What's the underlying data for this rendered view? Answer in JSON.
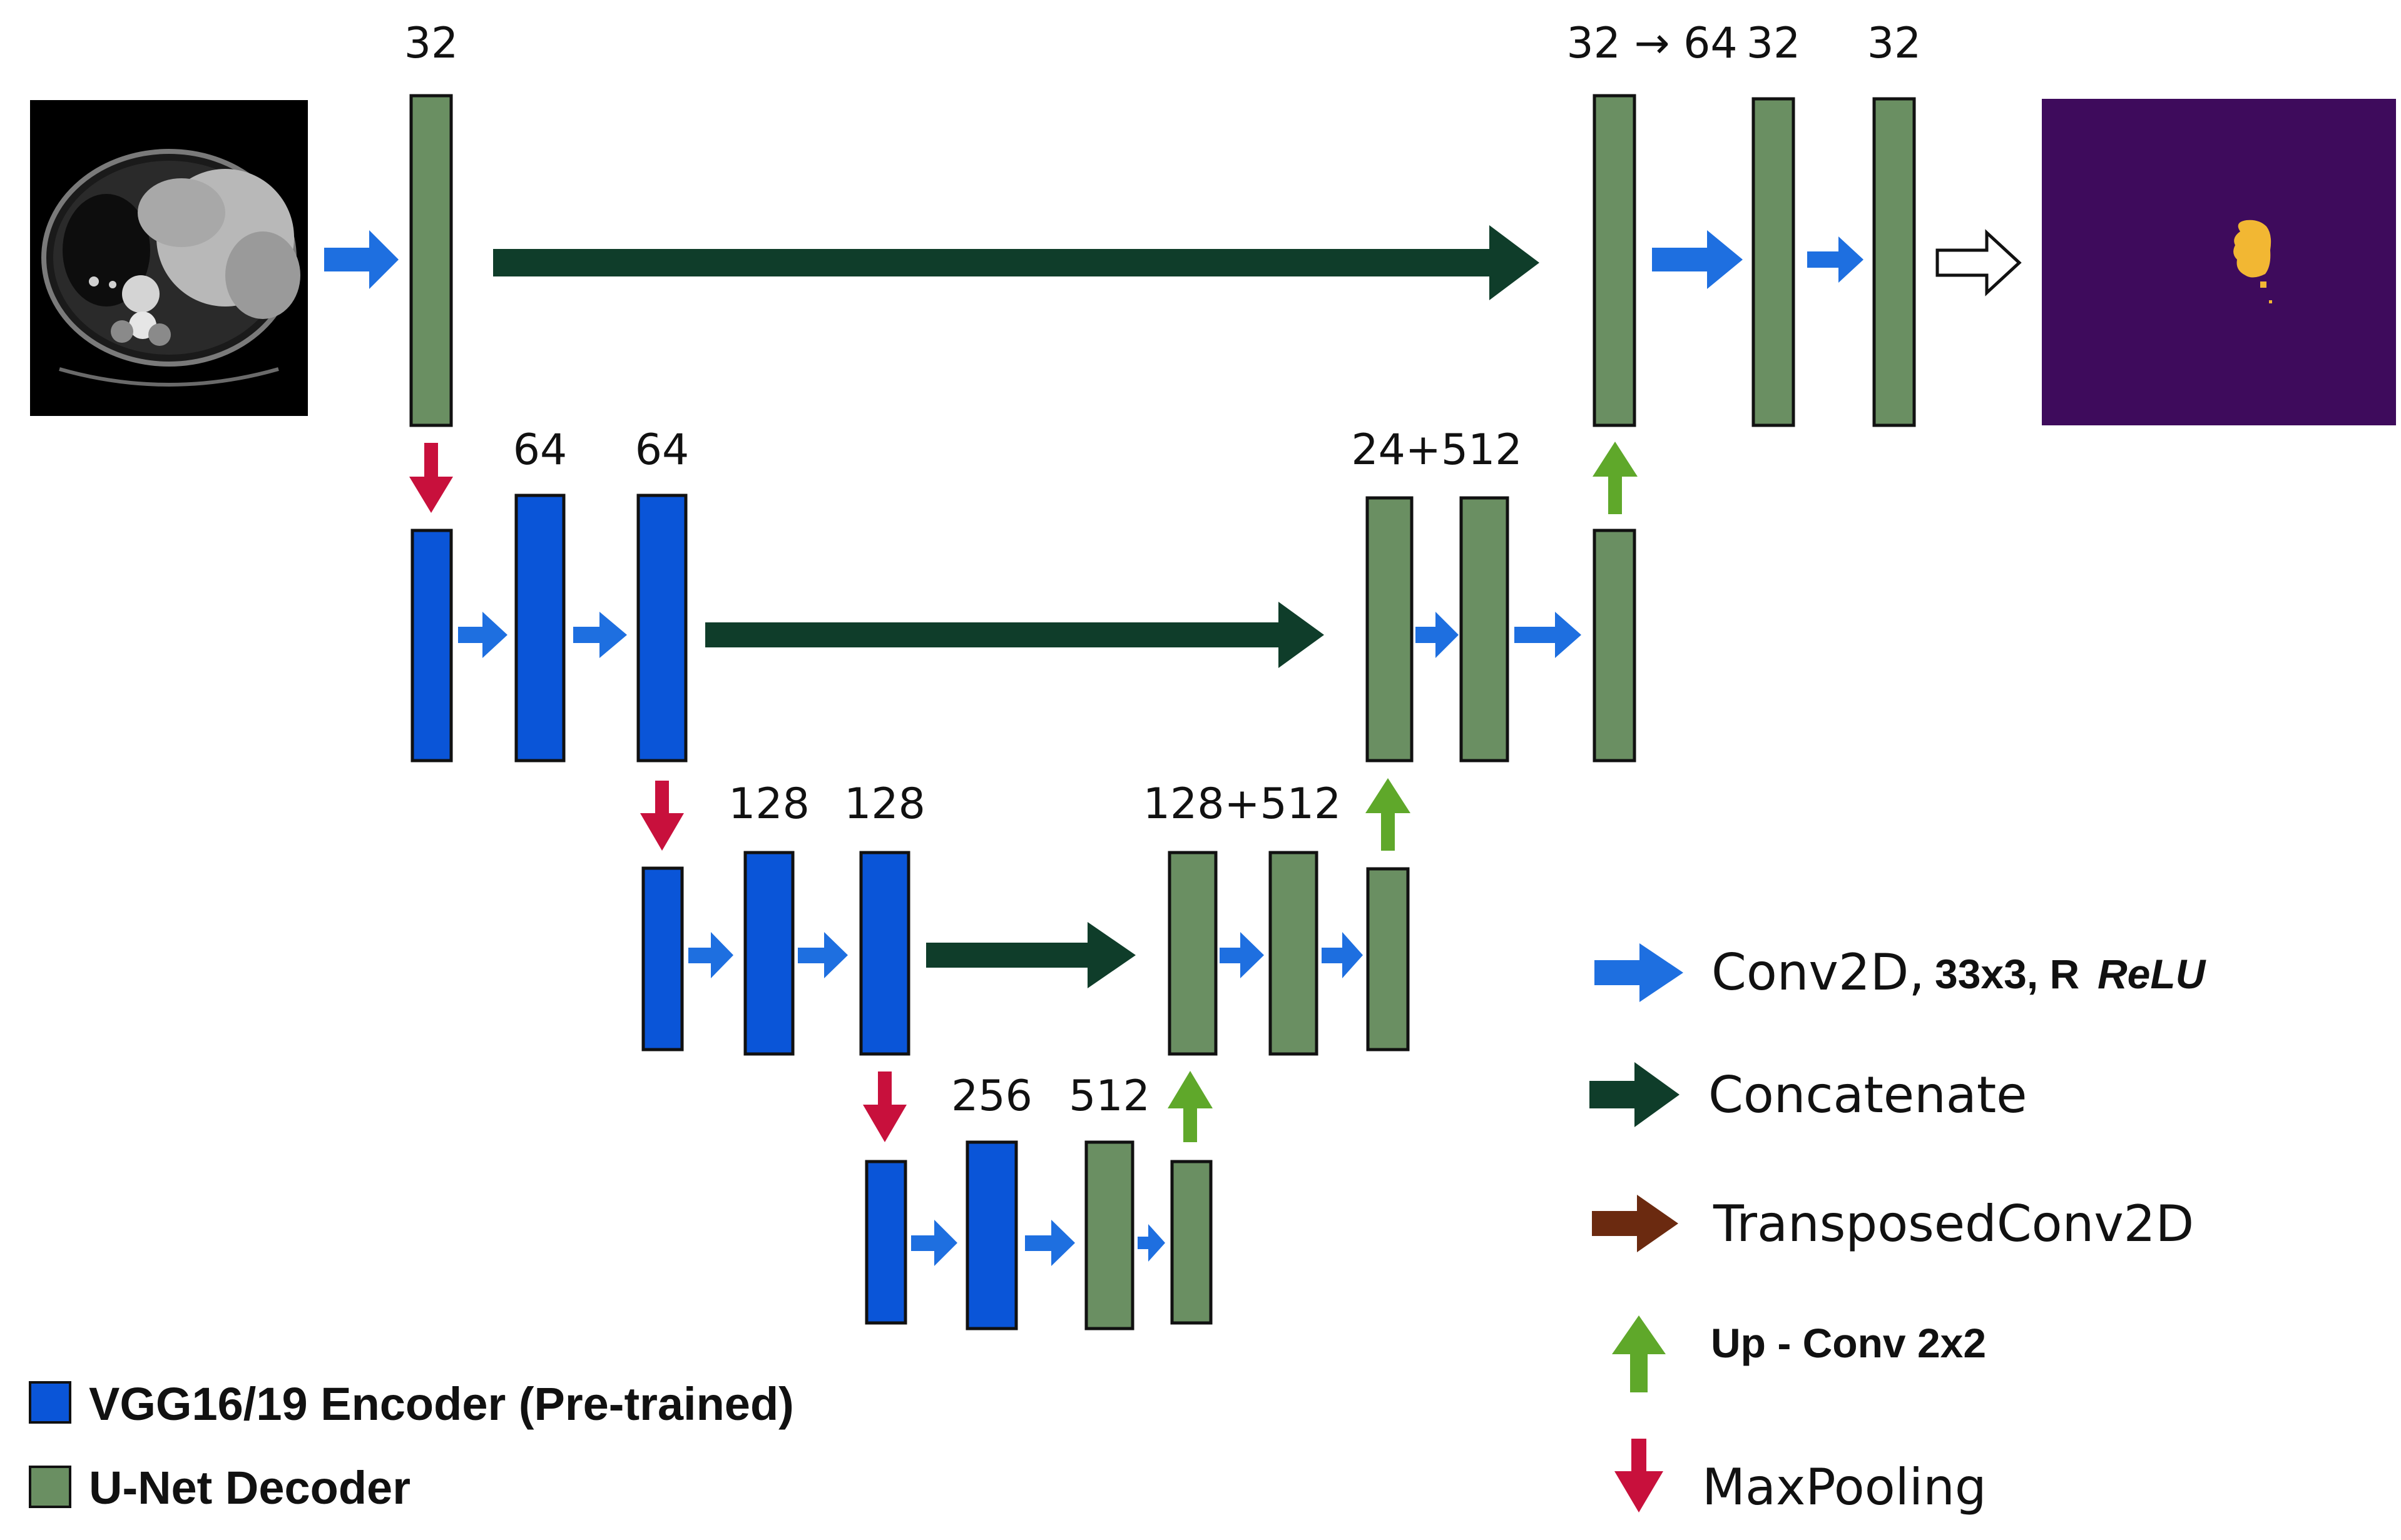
{
  "colors": {
    "encoder_block": "#0a55d8",
    "decoder_block": "#6a8f62",
    "conv_arrow": "#1e6fe0",
    "concat_arrow": "#0f3d2a",
    "transposed_arrow": "#6b2a10",
    "upconv_arrow": "#5fa82a",
    "maxpool_arrow": "#c8103c",
    "output_bg": "#3e0b5c",
    "mask": "#f2b733"
  },
  "labels": {
    "top_32": "32",
    "top_concat": "32 → 64",
    "top_dec_a": "32",
    "top_dec_b": "32",
    "l2_a": "64",
    "l2_b": "64",
    "l2_dec": "24+512",
    "l3_a": "128",
    "l3_b": "128",
    "l3_dec": "128+512",
    "l4_a": "256",
    "l4_b": "512"
  },
  "legend": {
    "conv_label": "Conv2D,",
    "conv_detail": "33x3, R",
    "conv_detail_italic": "ReLU",
    "concat_label": "Concatenate",
    "transposed_label": "TransposedConv2D",
    "upconv_label": "Up - Conv 2x2",
    "maxpool_label": "MaxPooling",
    "encoder_label": "VGG16/19 Encoder (Pre-trained)",
    "decoder_label": "U-Net Decoder"
  },
  "icons": {
    "input": "ct-scan-image",
    "output": "segmentation-mask-image",
    "output_arrow": "hollow-arrow-icon"
  }
}
